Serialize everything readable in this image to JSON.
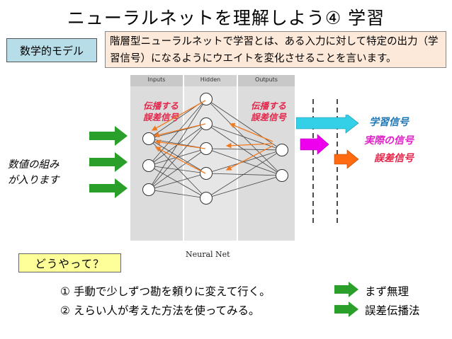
{
  "title": "ニューラルネットを理解しよう④ 学習",
  "model_label": "数学的モデル",
  "description": "階層型ニューラルネットで学習とは、ある入力に対して特定の出力（学習信号）になるようにウエイトを変化させることを言います。",
  "input_note_line1": "数値の組み",
  "input_note_line2": "が入ります",
  "network": {
    "col_inputs": "Inputs",
    "col_hidden": "Hidden",
    "col_outputs": "Outputs",
    "caption": "Neural Net",
    "propagate_1a": "伝播する",
    "propagate_1b": "誤差信号",
    "propagate_2a": "伝播する",
    "propagate_2b": "誤差信号"
  },
  "signals": {
    "learning": "学習信号",
    "actual": "実際の信号",
    "error": "誤差信号"
  },
  "how": "どうやって？",
  "steps": [
    {
      "text": "① 手動で少しずつ勘を頼りに変えて行く。",
      "result": "まず無理"
    },
    {
      "text": "② えらい人が考えた方法を使ってみる。",
      "result": "誤差伝播法"
    }
  ],
  "colors": {
    "green_arrow": "#2aa02a",
    "cyan_arrow": "#33d0e8",
    "magenta_arrow": "#ee00ee",
    "orange_arrow": "#ff6a10",
    "propagation_arrow": "#f07a20"
  }
}
